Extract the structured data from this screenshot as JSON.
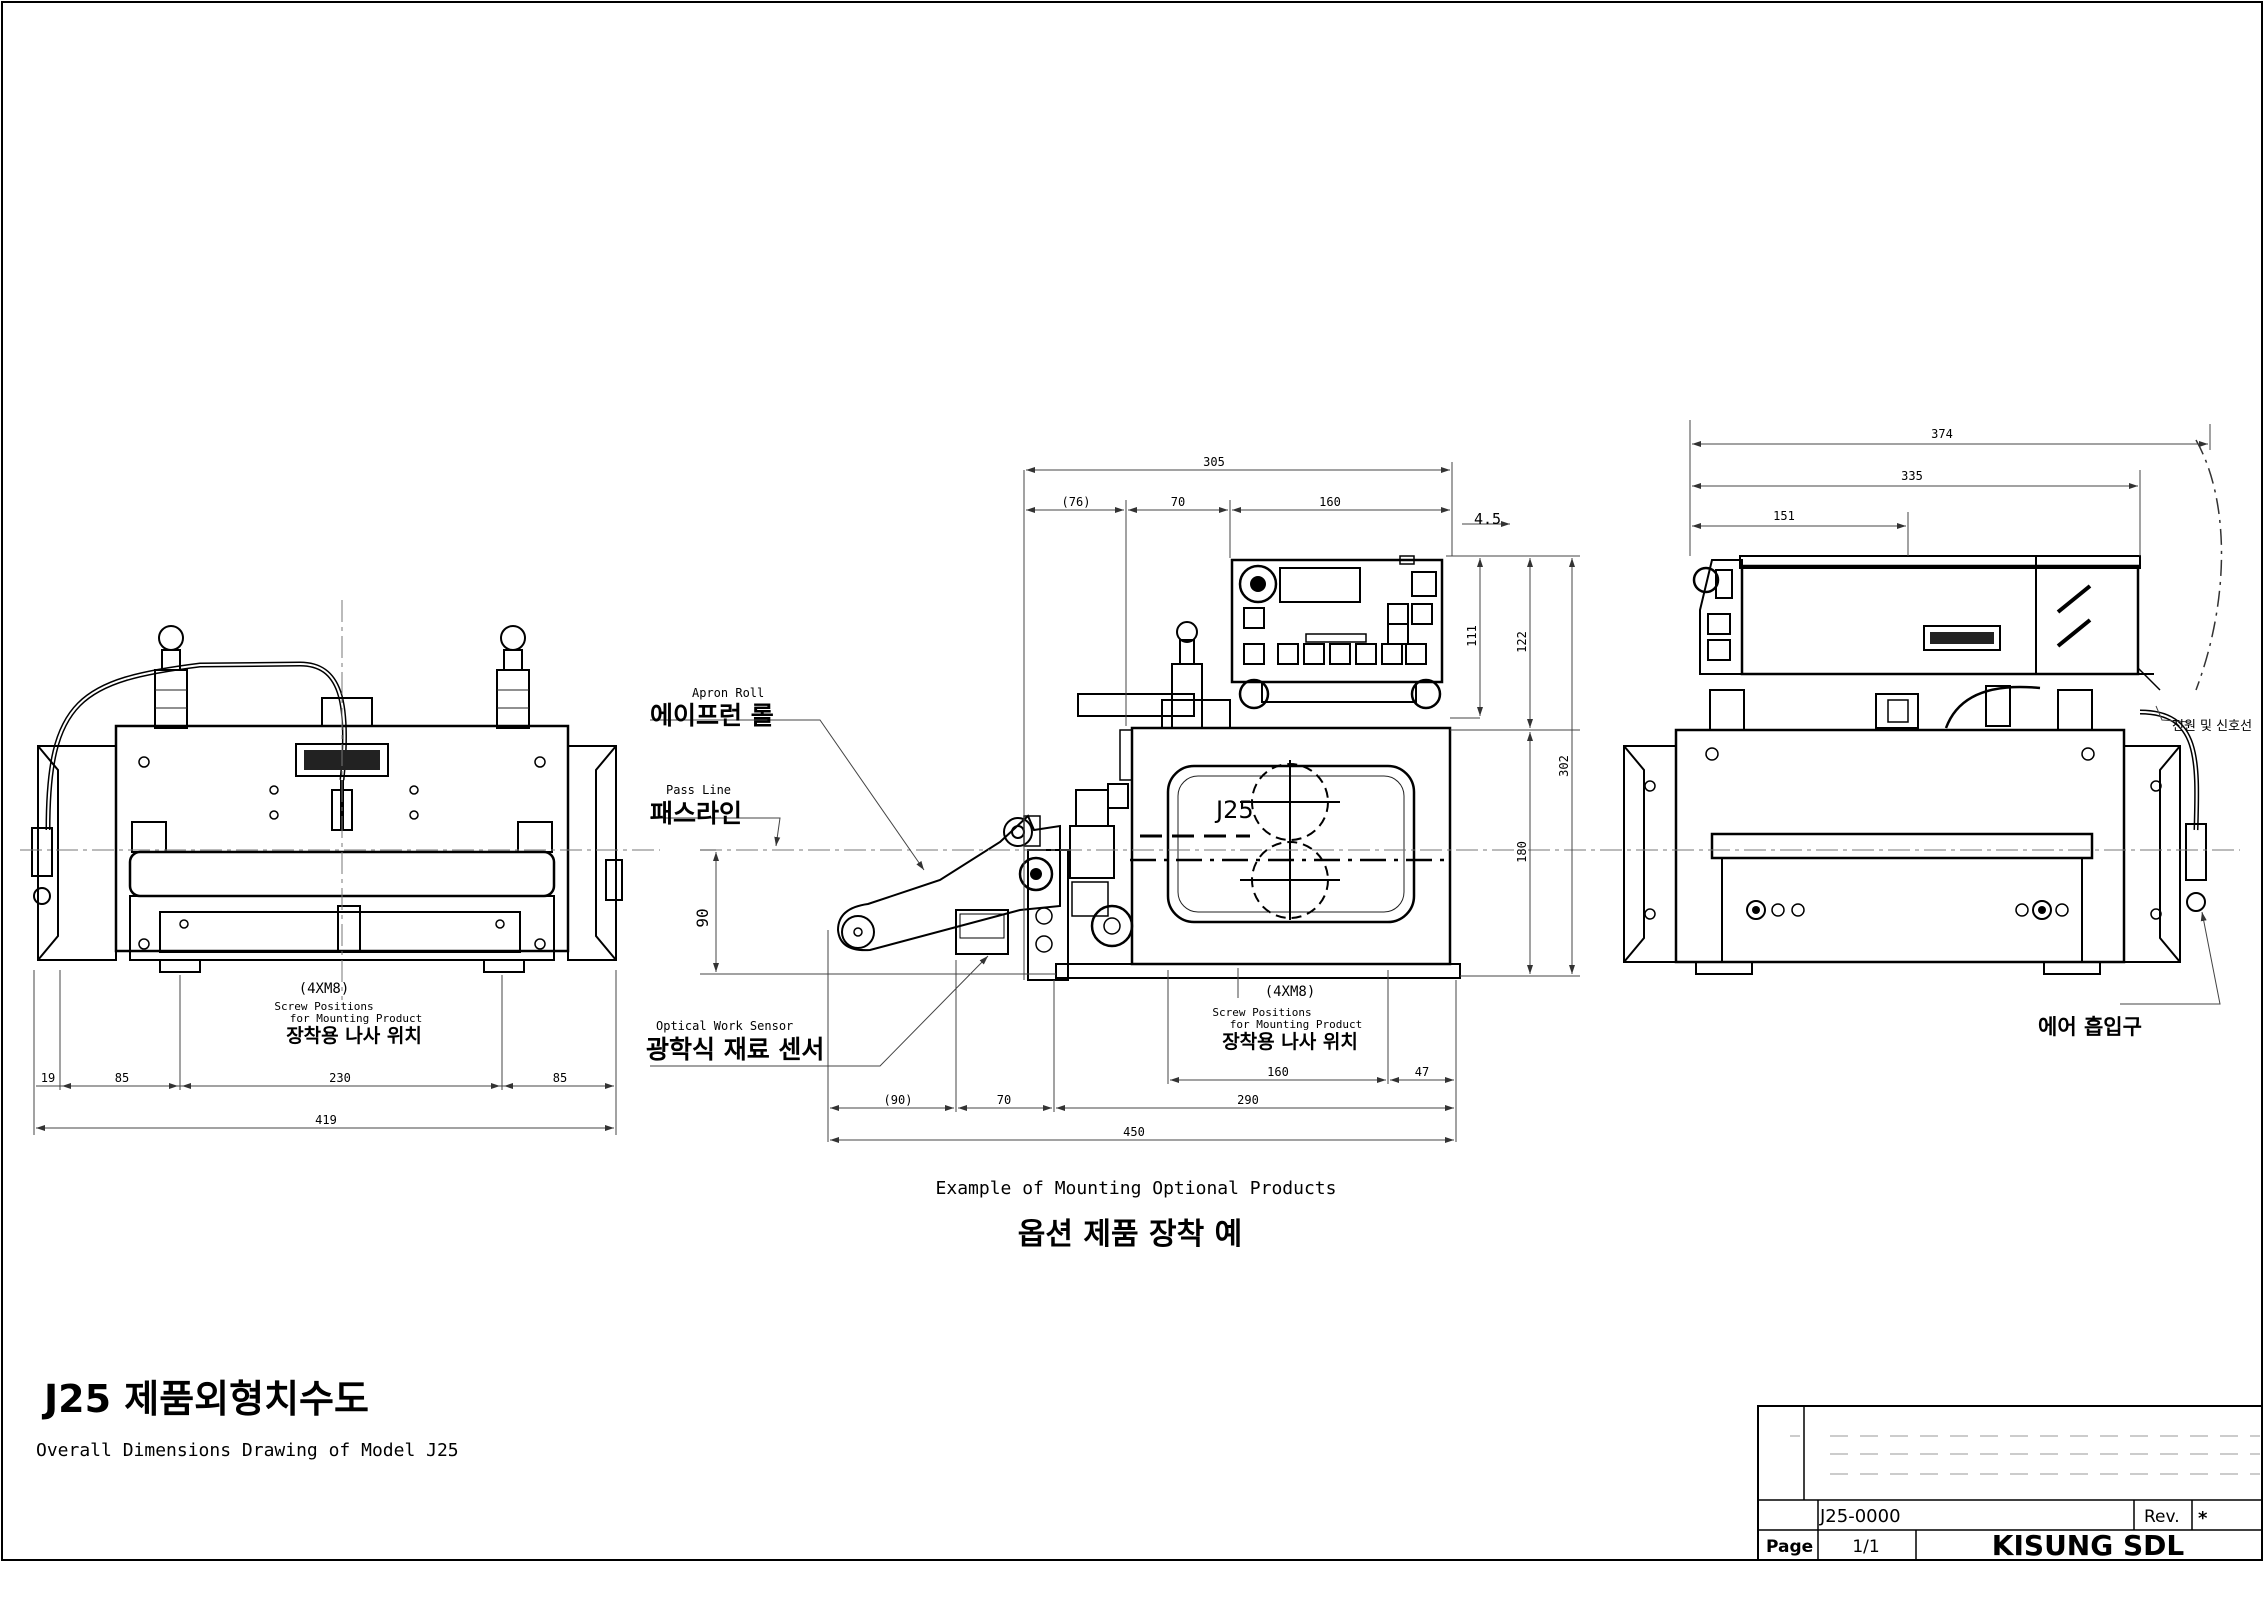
{
  "title": {
    "korean": "J25 제품외형치수도",
    "english": "Overall Dimensions Drawing of Model J25"
  },
  "labels": {
    "apron_roll_en": "Apron Roll",
    "apron_roll_ko": "에이프런 롤",
    "pass_line_en": "Pass Line",
    "pass_line_ko": "패스라인",
    "optical_sensor_en": "Optical Work Sensor",
    "optical_sensor_ko": "광학식 재료 센서",
    "screw_spec": "(4XM8)",
    "screw_en_1": "Screw Positions",
    "screw_en_2": "for Mounting Product",
    "screw_ko": "장착용 나사 위치",
    "power_signal_ko": "전원 및 신호선",
    "air_inlet_ko": "에어 흡입구",
    "model_plate": "J25",
    "example_en": "Example of Mounting Optional Products",
    "example_ko": "옵션 제품 장착 예"
  },
  "dimensions": {
    "front": [
      "19",
      "85",
      "230",
      "85",
      "419"
    ],
    "side_top": [
      "305",
      "(76)",
      "70",
      "160",
      "4.5"
    ],
    "side_right": [
      "111",
      "122",
      "302",
      "180"
    ],
    "side_left": "90",
    "side_bottom": [
      "160",
      "47",
      "(90)",
      "70",
      "290",
      "450"
    ],
    "rear_top": [
      "374",
      "335",
      "151"
    ]
  },
  "title_block": {
    "drawing_number": "J25-0000",
    "rev_label": "Rev.",
    "rev_value": "*",
    "page_label": "Page",
    "page_value": "1/1",
    "company": "KISUNG SDL"
  }
}
